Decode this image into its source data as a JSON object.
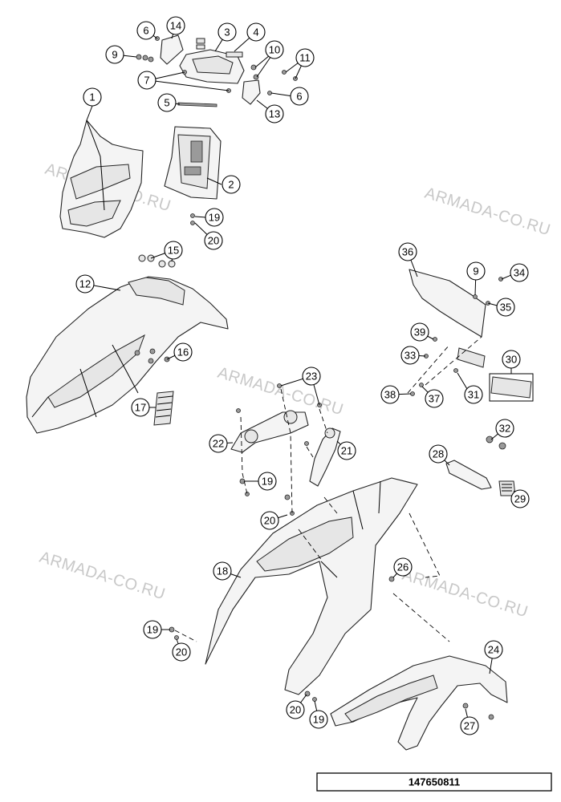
{
  "watermark": "ARMADA-CO.RU",
  "drawing_id": "147650811",
  "callouts": [
    "1",
    "2",
    "3",
    "4",
    "5",
    "6",
    "6",
    "7",
    "9",
    "10",
    "11",
    "12",
    "13",
    "14",
    "15",
    "16",
    "17",
    "18",
    "19",
    "19",
    "19",
    "19",
    "20",
    "20",
    "20",
    "20",
    "21",
    "22",
    "23",
    "24",
    "26",
    "27",
    "28",
    "29",
    "30",
    "31",
    "32",
    "33",
    "34",
    "35",
    "36",
    "37",
    "38",
    "39",
    "9"
  ]
}
